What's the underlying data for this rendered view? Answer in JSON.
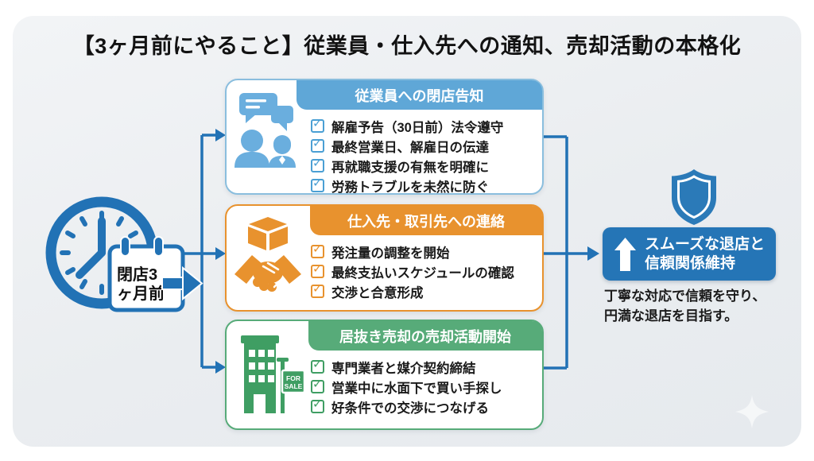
{
  "title": "【3ヶ月前にやること】従業員・仕入先への通知、売却活動の本格化",
  "timeline": {
    "badge_line1": "閉店3",
    "badge_line2": "ヶ月前"
  },
  "cards": [
    {
      "title": "従業員への閉店告知",
      "icon": "people-chat-icon",
      "items": [
        "解雇予告（30日前）法令遵守",
        "最終営業日、解雇日の伝達",
        "再就職支援の有無を明確に",
        "労務トラブルを未然に防ぐ"
      ]
    },
    {
      "title": "仕入先・取引先への連絡",
      "icon": "package-handshake-icon",
      "items": [
        "発注量の調整を開始",
        "最終支払いスケジュールの確認",
        "交渉と合意形成"
      ]
    },
    {
      "title": "居抜き売却の売却活動開始",
      "icon": "building-for-sale-icon",
      "sign_line1": "FOR",
      "sign_line2": "SALE",
      "items": [
        "専門業者と媒介契約締結",
        "営業中に水面下で買い手探し",
        "好条件での交渉につなげる"
      ]
    }
  ],
  "outcome": {
    "title_line1": "スムーズな退店と",
    "title_line2": "信頼関係維持",
    "caption_line1": "丁寧な対応で信頼を守り、",
    "caption_line2": "円満な退店を目指す。"
  },
  "colors": {
    "primary_blue": "#2272b5",
    "light_blue_header": "#5fa7d7",
    "orange_header": "#e8922e",
    "green_header": "#57ab79",
    "icon_green": "#3f9e63",
    "outcome_blue": "#2575b6",
    "canvas_bg": "#eaedf0"
  }
}
